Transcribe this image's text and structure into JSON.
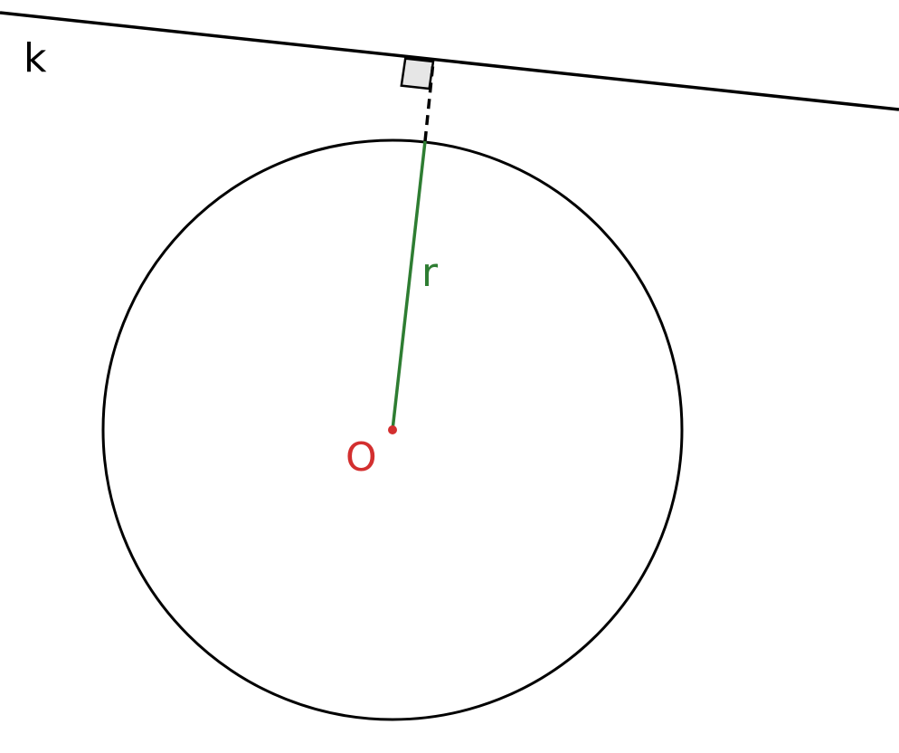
{
  "labels": {
    "line": "k",
    "radius": "r",
    "center": "O"
  },
  "colors": {
    "stroke": "#000000",
    "radius": "#2e7d32",
    "center": "#d32f2f",
    "right_angle_fill": "#e6e6e6"
  }
}
